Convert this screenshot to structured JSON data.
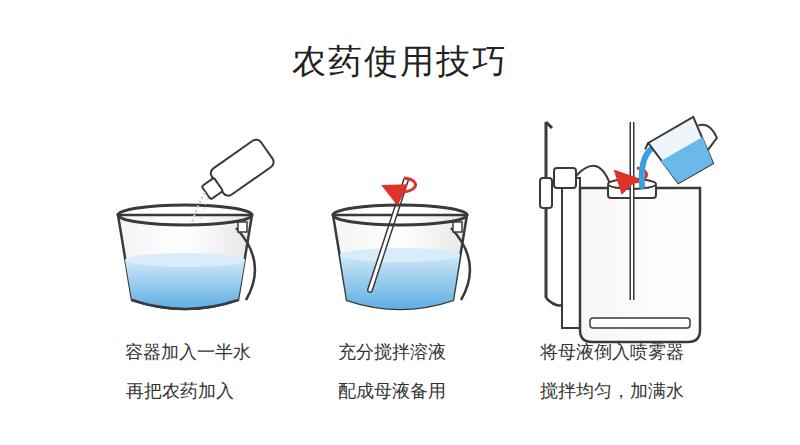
{
  "diagram": {
    "title": "农药使用技巧",
    "labels": [
      "容器加入一半水",
      "再把农药加入",
      "充分搅拌溶液",
      "配成母液备用",
      "将母液倒入喷雾器",
      "搅拌均匀，加满水"
    ]
  }
}
